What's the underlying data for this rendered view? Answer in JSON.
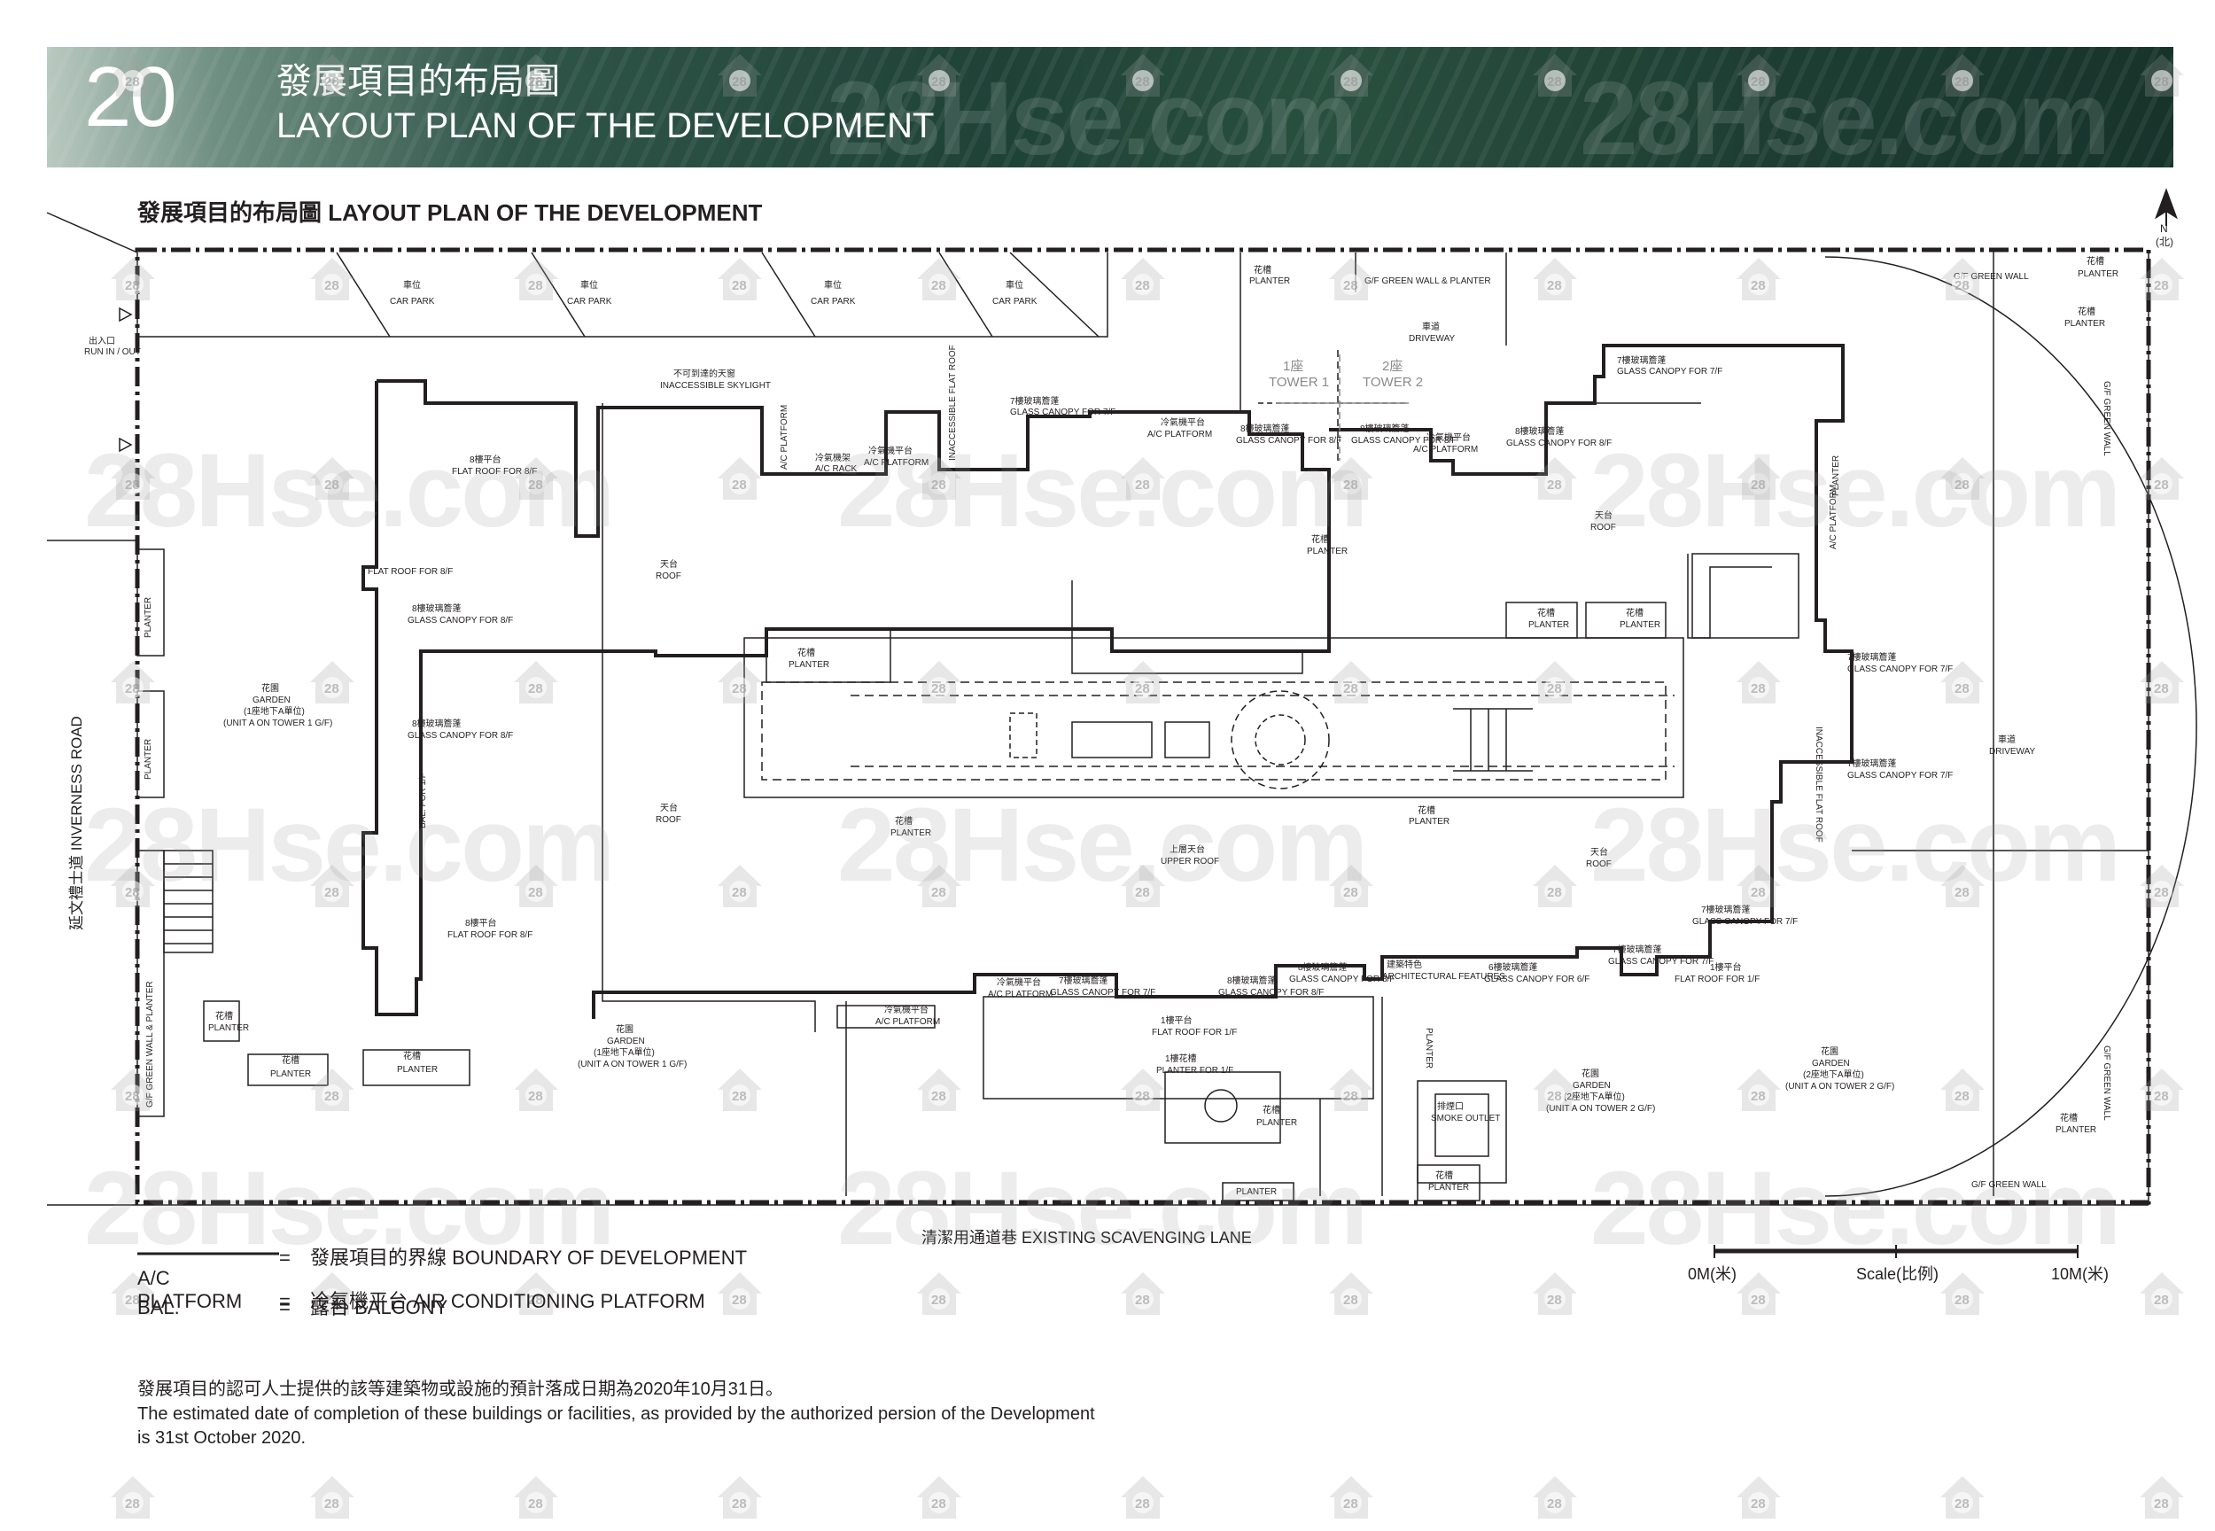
{
  "header": {
    "page_number": "20",
    "title_zh": "發展項目的布局圖",
    "title_en": "LAYOUT PLAN OF THE DEVELOPMENT"
  },
  "section_title": "發展項目的布局圖  LAYOUT PLAN OF THE DEVELOPMENT",
  "watermark": "28Hse.com",
  "watermark_badge": "28",
  "plan": {
    "north": "N",
    "north_zh": "(北)",
    "road_west": "延文禮士道 INVERNESS ROAD",
    "lane_south": "清潔用通道巷 EXISTING SCAVENGING LANE",
    "tower1_zh": "1座",
    "tower1_en": "TOWER 1",
    "tower2_zh": "2座",
    "tower2_en": "TOWER 2",
    "labels": {
      "run_zh": "出入口",
      "run_en": "RUN IN / OUT",
      "carpark_zh": "車位",
      "carpark_en": "CAR PARK",
      "inaccessible_skylight_zh": "不可到達的天窗",
      "inaccessible_skylight_en": "INACCESSIBLE SKYLIGHT",
      "ac_platform_zh": "冷氣機平台",
      "ac_platform_en": "A/C PLATFORM",
      "ac_rack_zh": "冷氣機架",
      "ac_rack_en": "A/C RACK",
      "inaccessible_flat_roof_en": "INACCESSIBLE FLAT ROOF",
      "glass_canopy_7_zh": "7樓玻璃簷蓬",
      "glass_canopy_7_en": "GLASS CANOPY FOR 7/F",
      "glass_canopy_8_zh": "8樓玻璃簷蓬",
      "glass_canopy_8_en": "GLASS CANOPY FOR 8/F",
      "glass_canopy_6_zh": "6樓玻璃簷蓬",
      "glass_canopy_6_en": "GLASS CANOPY FOR 6/F",
      "flat_roof_8_zh": "8樓平台",
      "flat_roof_8_en": "FLAT ROOF FOR 8/F",
      "flat_roof_1_zh": "1樓平台",
      "flat_roof_1_en": "FLAT ROOF FOR 1/F",
      "roof_zh": "天台",
      "roof_en": "ROOF",
      "upper_roof_zh": "上層天台",
      "upper_roof_en": "UPPER ROOF",
      "planter_zh": "花槽",
      "planter_en": "PLANTER",
      "planter_1f_zh": "1樓花槽",
      "planter_1f_en": "PLANTER FOR 1/F",
      "garden_zh": "花園",
      "garden_en": "GARDEN",
      "garden_t1_zh": "(1座地下A單位)",
      "garden_t1_en": "(UNIT A ON TOWER 1 G/F)",
      "garden_t2_zh": "(2座地下A單位)",
      "garden_t2_en": "(UNIT A ON TOWER 2 G/F)",
      "driveway_zh": "車道",
      "driveway_en": "DRIVEWAY",
      "green_wall_planter_en": "G/F GREEN WALL & PLANTER",
      "green_wall_en": "G/F GREEN WALL",
      "arch_zh": "建築特色",
      "arch_en": "ARCHITECTURAL FEATURES",
      "smoke_zh": "排煙口",
      "smoke_en": "SMOKE OUTLET",
      "bal_zh": "露台",
      "bal_en": "BAL. FOR 1/F"
    }
  },
  "legend": [
    {
      "key": "",
      "eq": "=",
      "text": "發展項目的界線 BOUNDARY OF DEVELOPMENT"
    },
    {
      "key": "A/C PLATFORM",
      "eq": "=",
      "text": "冷氣機平台 AIR CONDITIONING PLATFORM"
    },
    {
      "key": "BAL.",
      "eq": "=",
      "text": "露台 BALCONY"
    }
  ],
  "scale": {
    "start": "0M(米)",
    "label": "Scale(比例)",
    "end": "10M(米)"
  },
  "notes": {
    "zh": "發展項目的認可人士提供的該等建築物或設施的預計落成日期為2020年10月31日。",
    "en": "The estimated date of completion of these buildings or facilities, as provided by the authorized persion of the Development is 31st October 2020."
  }
}
